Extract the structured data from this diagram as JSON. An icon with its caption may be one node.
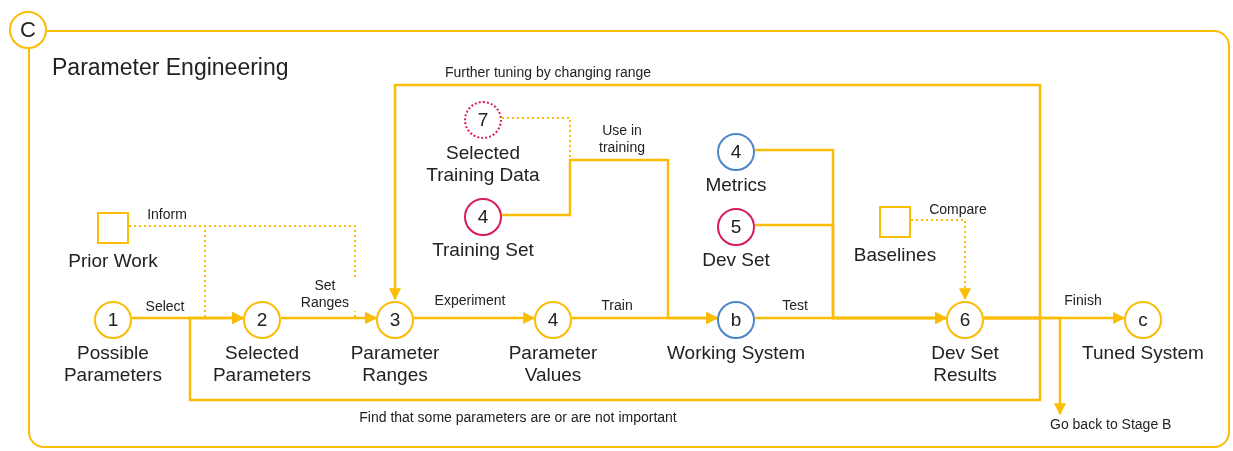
{
  "diagram": {
    "nodes": [
      {
        "text": [
          "C"
        ]
      },
      {
        "text": [
          "Parameter Engineering"
        ]
      },
      {
        "text": [
          "1",
          "Possible Parameters"
        ],
        "in": 1
      },
      {
        "text": [
          "2",
          "Selected Parameters"
        ],
        "in": 1
      },
      {
        "text": [
          "3",
          "Parameter Ranges"
        ],
        "in": 1
      },
      {
        "text": [
          "4",
          "Parameter Values"
        ],
        "in": 1
      },
      {
        "text": [
          "b",
          "Working System"
        ],
        "in": 1
      },
      {
        "text": [
          "6",
          "Dev Set Results"
        ],
        "in": 1
      },
      {
        "text": [
          "c",
          "Tuned System"
        ],
        "in": 1
      },
      {
        "text": [
          "Prior Work"
        ],
        "in": 1
      },
      {
        "text": [
          "7",
          "Selected Training Data"
        ],
        "in": 1
      },
      {
        "text": [
          "4",
          "Training Set"
        ],
        "in": 1
      },
      {
        "text": [
          "4",
          "Metrics"
        ],
        "in": 1
      },
      {
        "text": [
          "5",
          "Dev Set"
        ],
        "in": 1
      },
      {
        "text": [
          "Baselines"
        ],
        "in": 1
      },
      {
        "text": [
          "Go back to Stage B"
        ],
        "in": 1
      }
    ],
    "edges": [
      {
        "from": 2,
        "to": 3,
        "arrow": "to",
        "label": "Select"
      },
      {
        "from": 9,
        "to": 3,
        "arrow": "to",
        "label": "Inform",
        "style": "dashed"
      },
      {
        "from": 9,
        "to": 4,
        "arrow": "to",
        "style": "dashed"
      },
      {
        "from": 3,
        "to": 4,
        "arrow": "to",
        "label": "Set Ranges"
      },
      {
        "from": 4,
        "to": 5,
        "arrow": "to",
        "label": "Experiment"
      },
      {
        "from": 5,
        "to": 6,
        "arrow": "to",
        "label": "Train"
      },
      {
        "from": 11,
        "to": 6,
        "arrow": "to",
        "label": "Use in training"
      },
      {
        "from": 10,
        "to": 6,
        "arrow": "to",
        "style": "dashed"
      },
      {
        "from": 6,
        "to": 7,
        "arrow": "to",
        "label": "Test"
      },
      {
        "from": 12,
        "to": 7,
        "arrow": "to"
      },
      {
        "from": 13,
        "to": 7,
        "arrow": "to"
      },
      {
        "from": 14,
        "to": 7,
        "arrow": "to",
        "label": "Compare",
        "style": "dashed"
      },
      {
        "from": 7,
        "to": 8,
        "arrow": "to",
        "label": "Finish"
      },
      {
        "from": 7,
        "to": 15,
        "arrow": "to"
      },
      {
        "from": 7,
        "to": 4,
        "arrow": "to",
        "label": "Further tuning by changing range"
      },
      {
        "from": 7,
        "to": 3,
        "arrow": "to",
        "label": "Find that some parameters are or are not important"
      }
    ]
  }
}
